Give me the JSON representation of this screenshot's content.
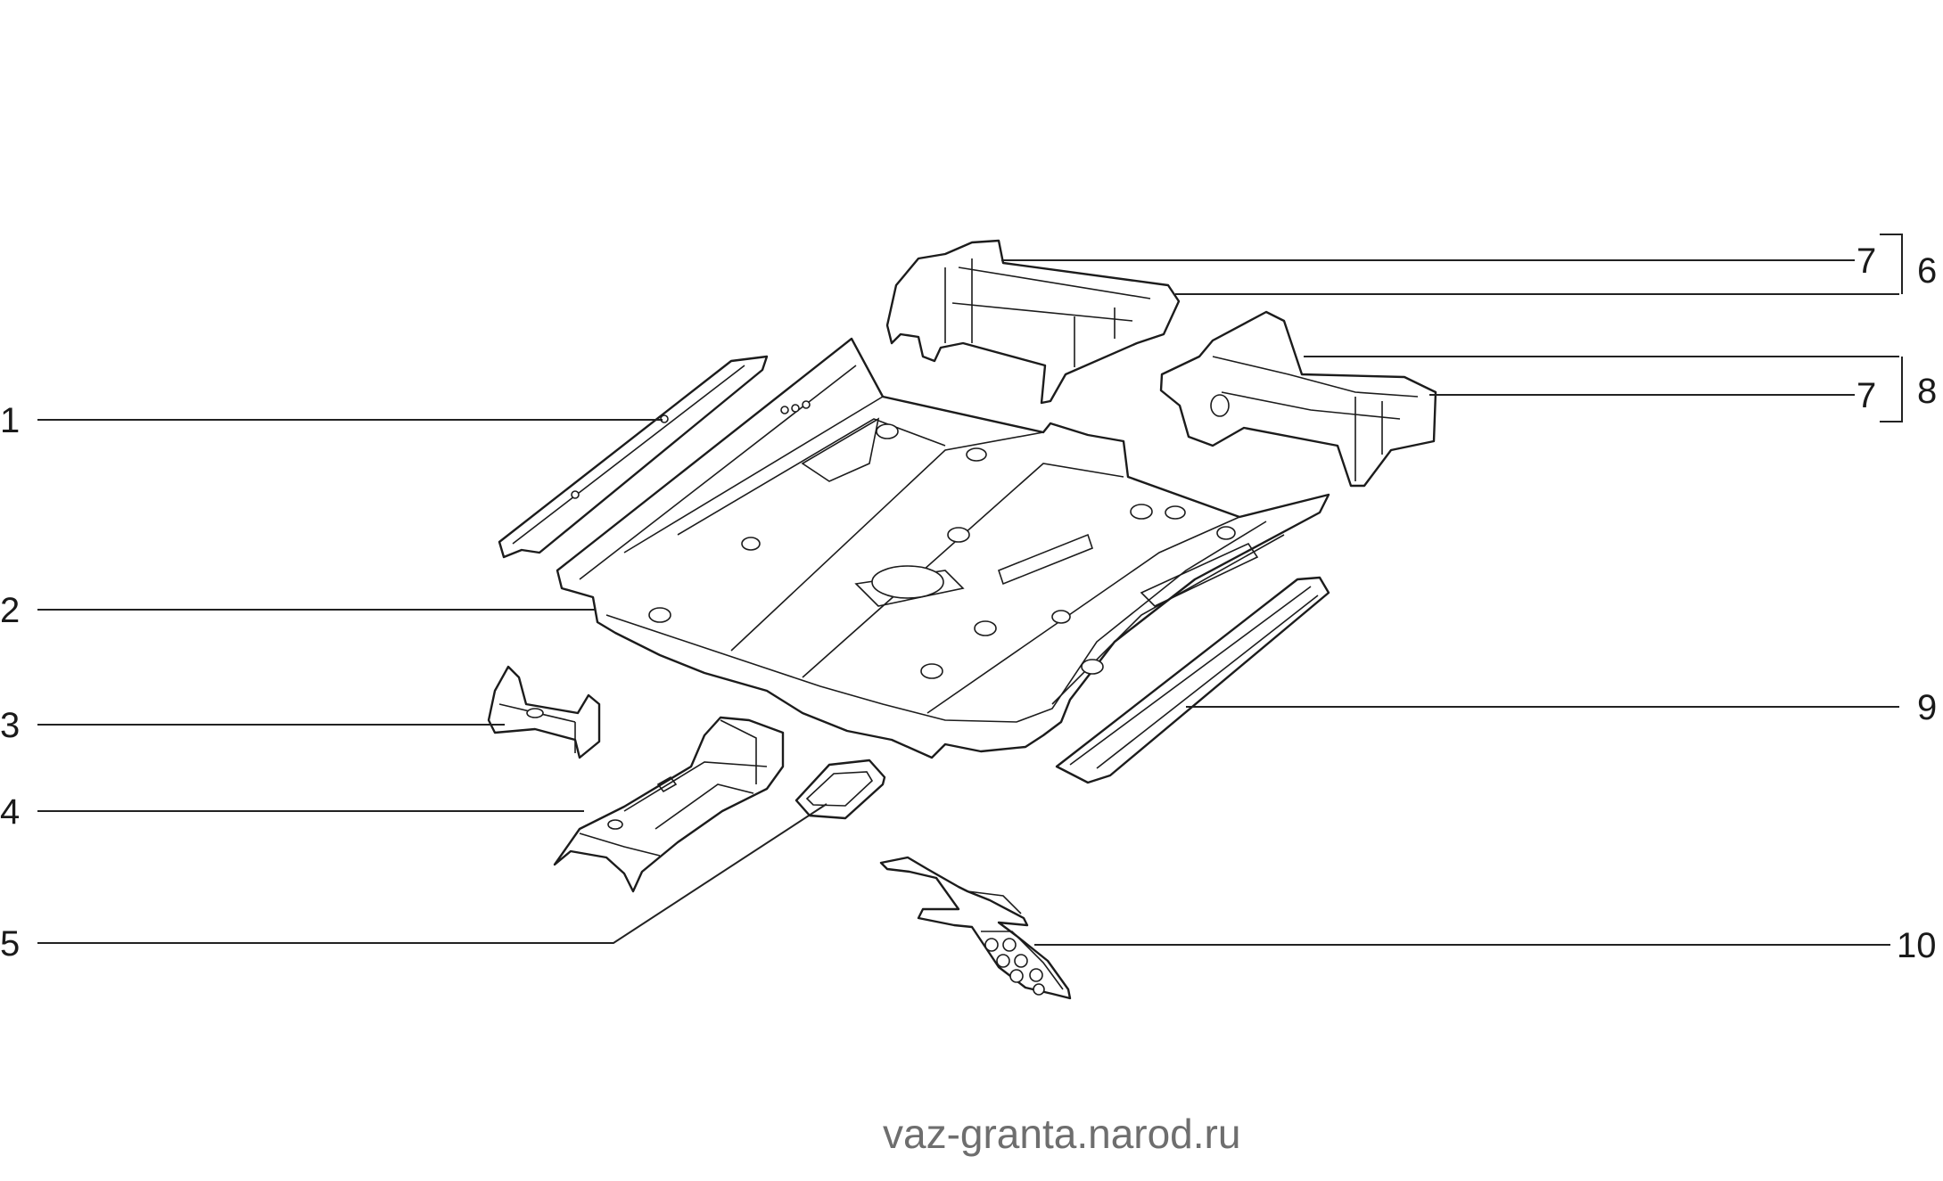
{
  "diagram": {
    "callouts": [
      {
        "id": "c1",
        "label": "1",
        "side": "left"
      },
      {
        "id": "c2",
        "label": "2",
        "side": "left"
      },
      {
        "id": "c3",
        "label": "3",
        "side": "left"
      },
      {
        "id": "c4",
        "label": "4",
        "side": "left"
      },
      {
        "id": "c5",
        "label": "5",
        "side": "left"
      },
      {
        "id": "c7a",
        "label": "7",
        "side": "right"
      },
      {
        "id": "c6",
        "label": "6",
        "side": "right"
      },
      {
        "id": "c7b",
        "label": "7",
        "side": "right"
      },
      {
        "id": "c8",
        "label": "8",
        "side": "right"
      },
      {
        "id": "c9",
        "label": "9",
        "side": "right"
      },
      {
        "id": "c10",
        "label": "10",
        "side": "right"
      }
    ],
    "parts": [
      {
        "id": "p1",
        "callout": "1",
        "icon": "side-rail-strip"
      },
      {
        "id": "p2",
        "callout": "2",
        "icon": "floor-panel"
      },
      {
        "id": "p3",
        "callout": "3",
        "icon": "small-bracket"
      },
      {
        "id": "p4",
        "callout": "4",
        "icon": "tunnel-reinforcement"
      },
      {
        "id": "p5",
        "callout": "5",
        "icon": "cover-plate"
      },
      {
        "id": "p6",
        "callout": "6",
        "icon": "front-crossmember"
      },
      {
        "id": "p8",
        "callout": "8",
        "icon": "rear-crossmember"
      },
      {
        "id": "p9",
        "callout": "9",
        "icon": "sill-rail-strip"
      },
      {
        "id": "p10",
        "callout": "10",
        "icon": "bracket-assembly"
      }
    ]
  },
  "watermark": "vaz-granta.narod.ru"
}
